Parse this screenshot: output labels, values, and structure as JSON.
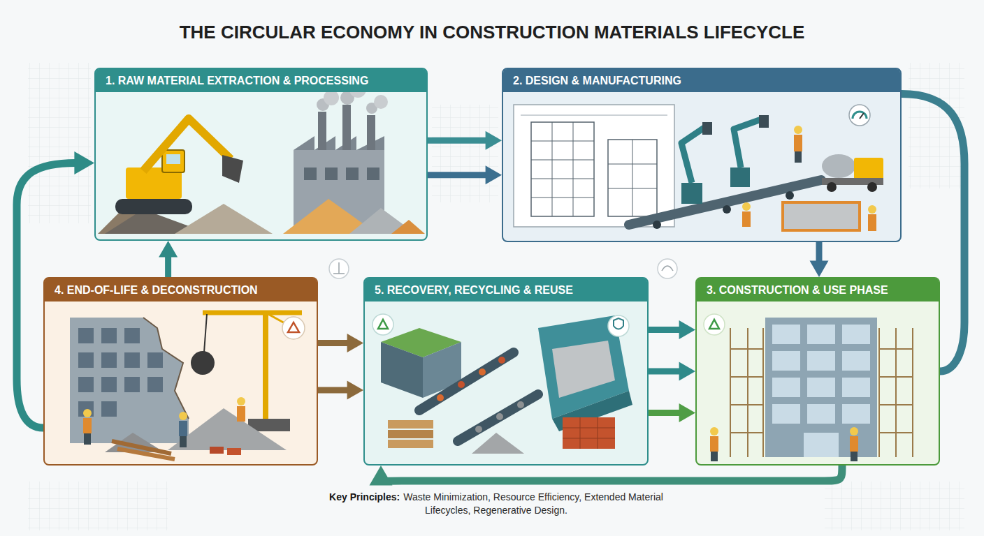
{
  "diagram": {
    "title": "THE CIRCULAR ECONOMY IN CONSTRUCTION MATERIALS LIFECYCLE",
    "caption": "Waste Minimization, Resource Efficiency, Extended Material Lifecycles, Regenerative Design.",
    "nodes": [
      {
        "text": [
          "1. RAW MATERIAL EXTRACTION & PROCESSING"
        ]
      },
      {
        "text": [
          "2. DESIGN & MANUFACTURING"
        ]
      },
      {
        "text": [
          "4. END-OF-LIFE & DECONSTRUCTION"
        ]
      },
      {
        "text": [
          "5. RECOVERY, RECYCLING & REUSE"
        ]
      },
      {
        "text": [
          "3. CONSTRUCTION & USE PHASE"
        ]
      }
    ],
    "edges": [
      {
        "from": 0,
        "to": 1,
        "arrow": "to"
      },
      {
        "from": 0,
        "to": 1,
        "arrow": "to"
      },
      {
        "from": 1,
        "to": 4,
        "arrow": "to"
      },
      {
        "from": 2,
        "to": 0,
        "arrow": "to"
      },
      {
        "from": 2,
        "to": 3,
        "arrow": "to"
      },
      {
        "from": 2,
        "to": 3,
        "arrow": "to"
      },
      {
        "from": 3,
        "to": 4,
        "arrow": "to"
      },
      {
        "from": 3,
        "to": 4,
        "arrow": "to"
      },
      {
        "from": 3,
        "to": 4,
        "arrow": "to"
      },
      {
        "from": 2,
        "to": 0,
        "arrow": "to"
      },
      {
        "from": 1,
        "to": 4,
        "arrow": "none"
      },
      {
        "from": 4,
        "to": 3,
        "arrow": "to"
      }
    ],
    "labels": [
      "Key Principles:"
    ]
  }
}
